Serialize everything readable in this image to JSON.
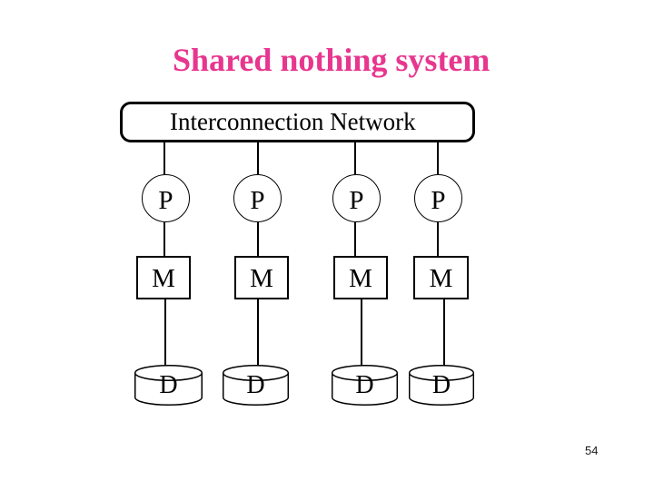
{
  "slide": {
    "title": "Shared nothing system",
    "page_number": "54"
  },
  "diagram": {
    "network_label": "Interconnection Network",
    "columns": [
      {
        "processor": "P",
        "memory": "M",
        "disk": "D"
      },
      {
        "processor": "P",
        "memory": "M",
        "disk": "D"
      },
      {
        "processor": "P",
        "memory": "M",
        "disk": "D"
      },
      {
        "processor": "P",
        "memory": "M",
        "disk": "D"
      }
    ]
  },
  "colors": {
    "title": "#e8368f",
    "diagram_stroke": "#000000",
    "background": "#ffffff"
  }
}
